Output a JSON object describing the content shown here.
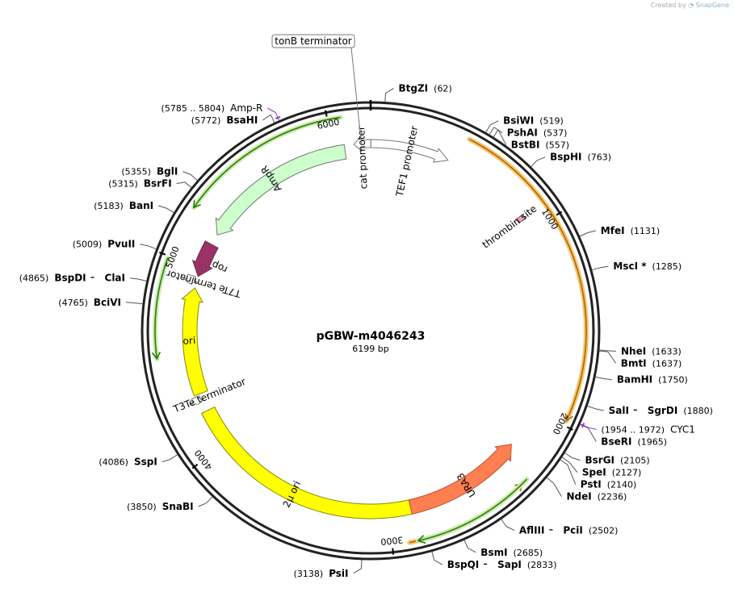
{
  "credit": {
    "prefix": "Created by",
    "brand": "SnapGene"
  },
  "plasmid": {
    "name": "pGBW-m4046243",
    "size_label": "6199 bp",
    "length": 6199
  },
  "tick_marks": [
    {
      "pos": 1000,
      "label": "1000"
    },
    {
      "pos": 2000,
      "label": "2000"
    },
    {
      "pos": 3000,
      "label": "3000"
    },
    {
      "pos": 4000,
      "label": "4000"
    },
    {
      "pos": 5000,
      "label": "5000"
    },
    {
      "pos": 6000,
      "label": "6000"
    }
  ],
  "features": [
    {
      "name": "cat promoter",
      "label": "cat promoter",
      "start": 6110,
      "end": 6199,
      "strand": -1,
      "fill": "#ffffff",
      "stroke": "#777777"
    },
    {
      "name": "TEF1 promoter",
      "label": "TEF1 promoter",
      "start": 1,
      "end": 420,
      "strand": 1,
      "fill": "#ffffff",
      "stroke": "#777777"
    },
    {
      "name": "AmpR",
      "label": "AmpR",
      "start": 5200,
      "end": 6060,
      "strand": -1,
      "fill": "#ccffcc",
      "stroke": "#777777"
    },
    {
      "name": "rop",
      "label": "rop",
      "start": 4950,
      "end": 5140,
      "strand": -1,
      "fill": "#993366",
      "stroke": "#7a2850"
    },
    {
      "name": "T7Te terminator",
      "label": "T7Te terminator",
      "start": 4900,
      "end": 4945,
      "strand": -1,
      "fill": "#ffffff",
      "stroke": "#777777"
    },
    {
      "name": "ori",
      "label": "ori",
      "start": 4300,
      "end": 4885,
      "strand": 1,
      "fill": "#ffff00",
      "stroke": "#888800"
    },
    {
      "name": "T3Te terminator",
      "label": "T3Te terminator",
      "start": 4250,
      "end": 4290,
      "strand": -1,
      "fill": "#ffffff",
      "stroke": "#777777"
    },
    {
      "name": "2μ ori",
      "label": "2μ ori",
      "start": 2880,
      "end": 4200,
      "strand": 0,
      "fill": "#ffff00",
      "stroke": "#888800"
    },
    {
      "name": "URA3",
      "label": "URA3",
      "start": 2220,
      "end": 2880,
      "strand": -1,
      "fill": "#ff7f50",
      "stroke": "#c05030"
    },
    {
      "name": "thrombin site",
      "label": "thrombin site",
      "start": 905,
      "end": 930,
      "strand": 0,
      "fill": "#e3a9bb",
      "stroke": "#884455"
    }
  ],
  "inner_arcs": [
    {
      "name": "orange-orf-1",
      "start": 470,
      "end": 1975,
      "strand": 1,
      "color": "#f7c46e",
      "line": "#a86a00"
    },
    {
      "name": "orange-orf-2",
      "start": 2330,
      "end": 2920,
      "strand": -1,
      "color": "#f7c46e",
      "line": "#a86a00"
    },
    {
      "name": "green-orf-1",
      "start": 5250,
      "end": 6060,
      "strand": -1,
      "color": "#c9ecaa",
      "line": "#2f7a0e"
    },
    {
      "name": "green-orf-2",
      "start": 4520,
      "end": 4990,
      "strand": -1,
      "color": "#c9ecaa",
      "line": "#2f7a0e"
    },
    {
      "name": "green-orf-3",
      "start": 2300,
      "end": 2880,
      "strand": 1,
      "color": "#c9ecaa",
      "line": "#2f7a0e"
    }
  ],
  "enzymes": [
    {
      "name": "BtgZI",
      "pos": "62",
      "at": 62,
      "side": "right"
    },
    {
      "name": "BsiWI",
      "pos": "519",
      "at": 519,
      "side": "right"
    },
    {
      "name": "PshAI",
      "pos": "537",
      "at": 537,
      "side": "right"
    },
    {
      "name": "BstBI",
      "pos": "557",
      "at": 557,
      "side": "right"
    },
    {
      "name": "BspHI",
      "pos": "763",
      "at": 763,
      "side": "right"
    },
    {
      "name": "MfeI",
      "pos": "1131",
      "at": 1131,
      "side": "right"
    },
    {
      "name": "MscI *",
      "pos": "1285",
      "at": 1285,
      "side": "right"
    },
    {
      "name": "NheI",
      "pos": "1633",
      "at": 1633,
      "side": "right"
    },
    {
      "name": "BmtI",
      "pos": "1637",
      "at": 1637,
      "side": "right"
    },
    {
      "name": "BamHI",
      "pos": "1750",
      "at": 1750,
      "side": "right"
    },
    {
      "name": "SalI",
      "name2": "SgrDI",
      "pos": "1880",
      "at": 1880,
      "side": "right"
    },
    {
      "name": "BseRI",
      "pos": "1965",
      "at": 1965,
      "side": "right"
    },
    {
      "name": "BsrGI",
      "pos": "2105",
      "at": 2105,
      "side": "right"
    },
    {
      "name": "SpeI",
      "pos": "2127",
      "at": 2127,
      "side": "right"
    },
    {
      "name": "PstI",
      "pos": "2140",
      "at": 2140,
      "side": "right"
    },
    {
      "name": "NdeI",
      "pos": "2236",
      "at": 2236,
      "side": "right"
    },
    {
      "name": "AflIII",
      "name2": "PciI",
      "pos": "2502",
      "at": 2502,
      "side": "right"
    },
    {
      "name": "BsmI",
      "pos": "2685",
      "at": 2685,
      "side": "right"
    },
    {
      "name": "BspQI",
      "name2": "SapI",
      "pos": "2833",
      "at": 2833,
      "side": "right"
    },
    {
      "name": "PsiI",
      "pos": "3138",
      "at": 3138,
      "side": "left"
    },
    {
      "name": "SnaBI",
      "pos": "3850",
      "at": 3850,
      "side": "left"
    },
    {
      "name": "SspI",
      "pos": "4086",
      "at": 4086,
      "side": "left"
    },
    {
      "name": "BciVI",
      "pos": "4765",
      "at": 4765,
      "side": "left"
    },
    {
      "name": "BspDI",
      "name2": "ClaI",
      "pos": "4865",
      "at": 4865,
      "side": "left"
    },
    {
      "name": "PvuII",
      "pos": "5009",
      "at": 5009,
      "side": "left"
    },
    {
      "name": "BanI",
      "pos": "5183",
      "at": 5183,
      "side": "left"
    },
    {
      "name": "BsrFI",
      "pos": "5315",
      "at": 5315,
      "side": "left"
    },
    {
      "name": "BglI",
      "pos": "5355",
      "at": 5355,
      "side": "left"
    },
    {
      "name": "BsaHI",
      "pos": "5772",
      "at": 5772,
      "side": "left"
    }
  ],
  "primers": [
    {
      "name": "Amp-R",
      "range": "(5785 .. 5804)",
      "at": 5794,
      "side": "left",
      "color": "#9933cc"
    },
    {
      "name": "CYC1",
      "range": "(1954 .. 1972)",
      "at": 1963,
      "side": "right",
      "color": "#9933cc"
    }
  ],
  "callouts": [
    {
      "name": "tonB terminator",
      "label": "tonB terminator",
      "at": 6150
    }
  ]
}
